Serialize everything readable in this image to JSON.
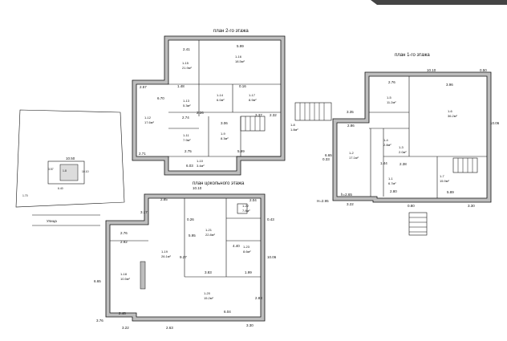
{
  "site": {
    "dim_top": "10.50",
    "dim_left": "3.57",
    "label": "1-8",
    "dim_right": "10.10",
    "dim_bottom": "6.40",
    "dim_corner": "1.70",
    "street": "Улица"
  },
  "plans": {
    "second_floor": {
      "title": "план 2-го этажа",
      "dims": [
        "2.41",
        "5.99",
        "2.57",
        "1.48",
        "6.70",
        "2.26",
        "2.74",
        "0.16",
        "3.37",
        "3.06",
        "2.75",
        "5.99",
        "2.71",
        "6.03",
        "2.32"
      ],
      "rooms": [
        {
          "id": "1-15",
          "area": "21.9м²"
        },
        {
          "id": "1-16",
          "area": "18.5м²"
        },
        {
          "id": "1-13",
          "area": "5.3м²"
        },
        {
          "id": "1-14",
          "area": "6.0м²"
        },
        {
          "id": "1-17",
          "area": "8.9м²"
        },
        {
          "id": "1-12",
          "area": "17.6м²"
        },
        {
          "id": "1-11",
          "area": "7.9м²"
        },
        {
          "id": "1-9",
          "area": "8.3м²"
        },
        {
          "id": "1-10",
          "area": "3.4м²"
        },
        {
          "id": "1-8",
          "area": "1.8м²"
        }
      ]
    },
    "first_floor": {
      "title": "план 1-го этажа",
      "dims": [
        "10.10",
        "0.50",
        "2.76",
        "3.96",
        "10.06",
        "3.35",
        "2.86",
        "6.65",
        "0.33",
        "1.44",
        "2.38",
        "2.80",
        "5.89",
        "3.22",
        "0.80",
        "3.30",
        "H=2.95",
        "h=2.65"
      ],
      "rooms": [
        {
          "id": "1-5",
          "area": "11.2м²"
        },
        {
          "id": "1-6",
          "area": "36.2м²"
        },
        {
          "id": "1-2",
          "area": "17.1м²"
        },
        {
          "id": "1-4",
          "area": "2.8м²"
        },
        {
          "id": "1-3",
          "area": "2.0м²"
        },
        {
          "id": "1-1",
          "area": "6.7м²"
        },
        {
          "id": "1-7",
          "area": "15.9м²"
        }
      ]
    },
    "basement": {
      "title": "план цокольного этажа",
      "dims": [
        "10.10",
        "2.85",
        "2.04",
        "3.17",
        "0.26",
        "0.43",
        "2.76",
        "2.92",
        "5.95",
        "4.40",
        "9.27",
        "10.06",
        "6.65",
        "3.83",
        "1.99",
        "6.04",
        "2.83",
        "2.46",
        "3.76",
        "3.22",
        "2.63",
        "3.30"
      ],
      "rooms": [
        {
          "id": "1-19",
          "area": "26.1м²"
        },
        {
          "id": "1-21",
          "area": "22.8м²"
        },
        {
          "id": "1-22",
          "area": "7.8м²"
        },
        {
          "id": "1-23",
          "area": "8.6м²"
        },
        {
          "id": "1-20",
          "area": "15.2м²"
        },
        {
          "id": "1-18",
          "area": "10.5м²"
        }
      ]
    }
  }
}
